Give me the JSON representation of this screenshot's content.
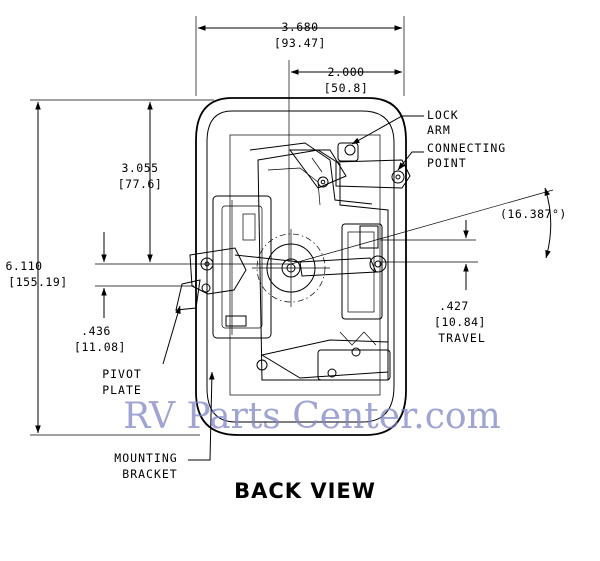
{
  "dimensions": {
    "width_overall": {
      "inch": "3.680",
      "mm": "[93.47]"
    },
    "width_partial": {
      "inch": "2.000",
      "mm": "[50.8]"
    },
    "height_upper": {
      "inch": "3.055",
      "mm": "[77.6]"
    },
    "height_overall": {
      "inch": "6.110",
      "mm": "[155.19]"
    },
    "pivot_offset": {
      "inch": ".436",
      "mm": "[11.08]"
    },
    "angle": "(16.387°)",
    "travel": {
      "inch": ".427",
      "mm": "[10.84]",
      "label": "TRAVEL"
    }
  },
  "callouts": {
    "lock_arm": [
      "LOCK",
      "ARM"
    ],
    "connecting_point": [
      "CONNECTING",
      "POINT"
    ],
    "pivot_plate": [
      "PIVOT",
      "PLATE"
    ],
    "mounting_bracket": [
      "MOUNTING",
      "BRACKET"
    ]
  },
  "title": "BACK VIEW",
  "watermark": "RV Parts Center.com"
}
